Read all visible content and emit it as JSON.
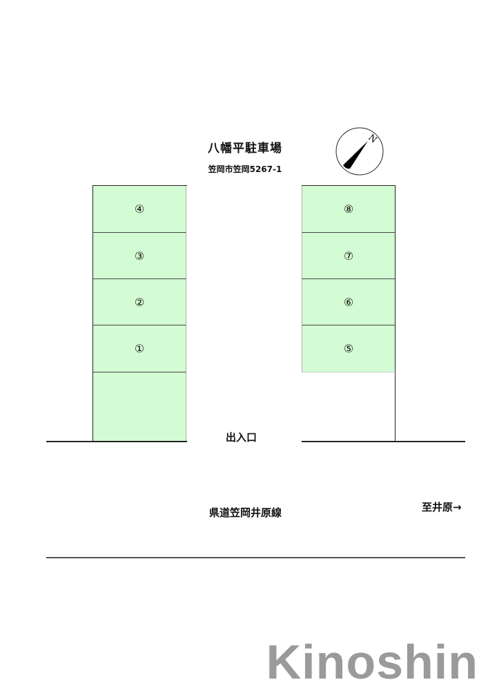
{
  "header": {
    "title": "八幡平駐車場",
    "address": "笠岡市笠岡5267-1"
  },
  "compass": {
    "icon": "north-arrow-icon",
    "label": "N"
  },
  "stalls": {
    "left": [
      {
        "id": "4",
        "label": "④"
      },
      {
        "id": "3",
        "label": "③"
      },
      {
        "id": "2",
        "label": "②"
      },
      {
        "id": "1",
        "label": "①"
      },
      {
        "id": "blank",
        "label": ""
      }
    ],
    "right": [
      {
        "id": "8",
        "label": "⑧"
      },
      {
        "id": "7",
        "label": "⑦"
      },
      {
        "id": "6",
        "label": "⑥"
      },
      {
        "id": "5",
        "label": "⑤"
      }
    ]
  },
  "labels": {
    "entrance": "出入口",
    "road": "県道笠岡井原線",
    "direction": "至井原→"
  },
  "colors": {
    "stall_fill": "#d4fcd4",
    "brand": "#9a9a9a"
  },
  "brand": "Kinoshin"
}
